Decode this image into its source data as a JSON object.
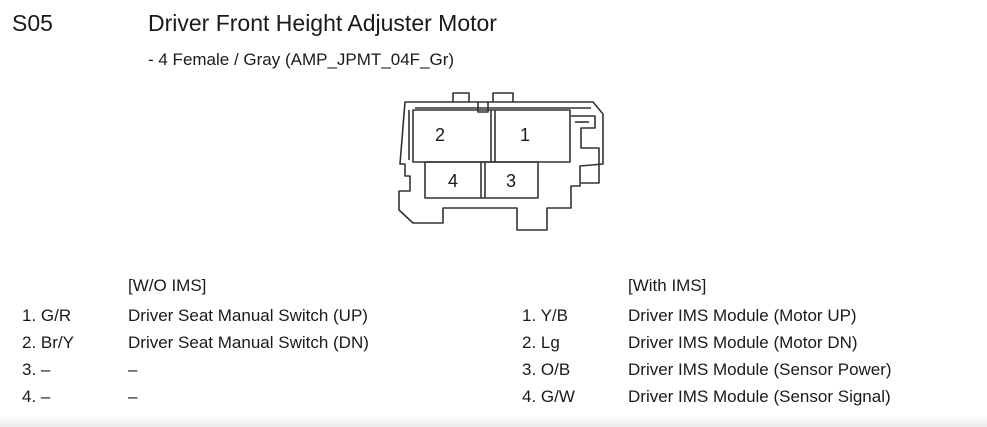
{
  "header": {
    "code": "S05",
    "title": "Driver Front Height Adjuster Motor",
    "subtitle": "- 4 Female / Gray (AMP_JPMT_04F_Gr)"
  },
  "connector": {
    "pins": [
      "2",
      "1",
      "4",
      "3"
    ]
  },
  "wo_ims": {
    "header": "[W/O IMS]",
    "rows": [
      {
        "pin": "1. G/R",
        "desc": "Driver Seat Manual Switch (UP)"
      },
      {
        "pin": "2. Br/Y",
        "desc": "Driver Seat Manual Switch (DN)"
      },
      {
        "pin": "3. –",
        "desc": "–"
      },
      {
        "pin": "4. –",
        "desc": "–"
      }
    ]
  },
  "with_ims": {
    "header": "[With IMS]",
    "rows": [
      {
        "pin": "1. Y/B",
        "desc": "Driver IMS Module (Motor UP)"
      },
      {
        "pin": "2. Lg",
        "desc": "Driver IMS Module (Motor DN)"
      },
      {
        "pin": "3. O/B",
        "desc": "Driver IMS Module (Sensor Power)"
      },
      {
        "pin": "4. G/W",
        "desc": "Driver IMS Module (Sensor Signal)"
      }
    ]
  }
}
